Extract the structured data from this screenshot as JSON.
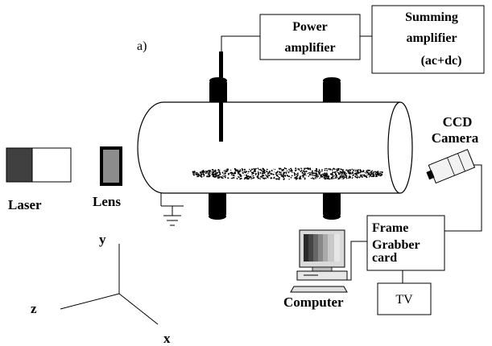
{
  "labels": {
    "panel_letter": "a)",
    "power_amp_line1": "Power",
    "power_amp_line2": "amplifier",
    "summing_line1": "Summing",
    "summing_line2": "amplifier",
    "summing_line3": "(ac+dc)",
    "ccd_line1": "CCD",
    "ccd_line2": "Camera",
    "laser": "Laser",
    "lens": "Lens",
    "frame_line1": "Frame",
    "frame_line2": "Grabber",
    "frame_line3": "card",
    "computer": "Computer",
    "tv": "TV",
    "axis_x": "x",
    "axis_y": "y",
    "axis_z": "z"
  }
}
